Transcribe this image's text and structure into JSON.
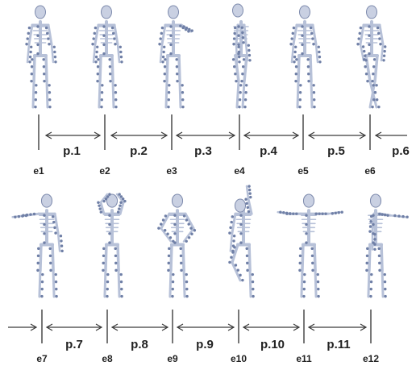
{
  "rows": [
    {
      "events": [
        "e1",
        "e2",
        "e3",
        "e4",
        "e5",
        "e6"
      ],
      "phases": [
        "p.1",
        "p.2",
        "p.3",
        "p.4",
        "p.5",
        "p.6"
      ],
      "figures": [
        {
          "pose": "stand-arms-down"
        },
        {
          "pose": "stand-arms-down"
        },
        {
          "pose": "arm-raised-bent"
        },
        {
          "pose": "side-leaning"
        },
        {
          "pose": "stand-arms-down"
        },
        {
          "pose": "turning-leg-cross"
        }
      ]
    },
    {
      "events": [
        "e7",
        "e8",
        "e9",
        "e10",
        "e11",
        "e12"
      ],
      "phases": [
        "p.7",
        "p.8",
        "p.9",
        "p.10",
        "p.11"
      ],
      "figures": [
        {
          "pose": "arm-extended-left"
        },
        {
          "pose": "arms-above-head"
        },
        {
          "pose": "hands-on-hips"
        },
        {
          "pose": "arm-up-leg-lifted"
        },
        {
          "pose": "arms-spread"
        },
        {
          "pose": "side-arm-extended"
        }
      ]
    }
  ],
  "colors": {
    "bone": "#b7c1d8",
    "marker_dot": "#6f7fa6",
    "line": "#3a3a3a"
  }
}
